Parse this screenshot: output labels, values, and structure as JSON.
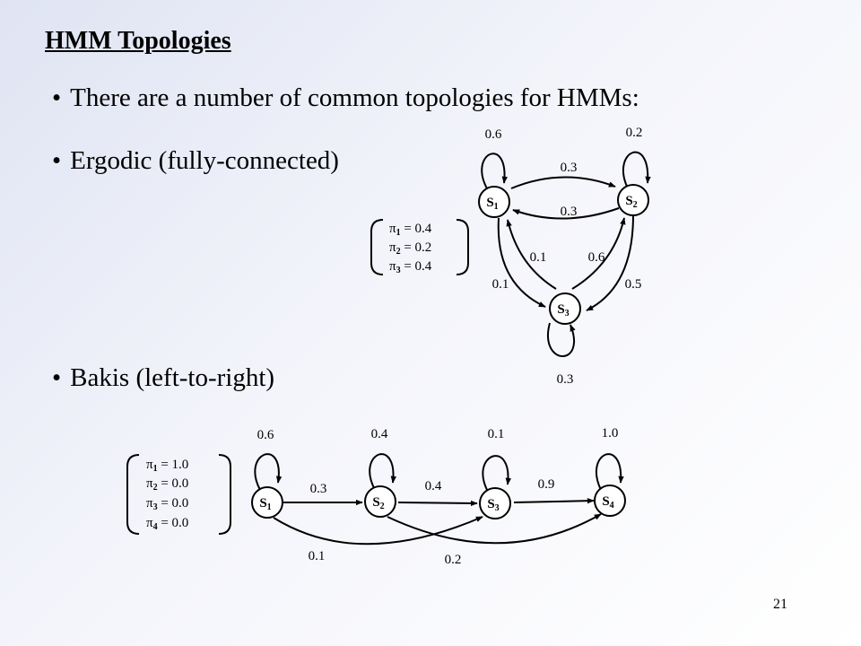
{
  "title": "HMM Topologies",
  "bullets": [
    "There are a number of common topologies for HMMs:",
    "Ergodic (fully-connected)",
    "Bakis (left-to-right)"
  ],
  "bullet_char": "•",
  "ergodic": {
    "states": [
      {
        "letter": "S",
        "sub": "1"
      },
      {
        "letter": "S",
        "sub": "2"
      },
      {
        "letter": "S",
        "sub": "3"
      }
    ],
    "self_loops": [
      "0.6",
      "0.2",
      "0.3"
    ],
    "edges": {
      "s1_s2": "0.3",
      "s2_s1": "0.3",
      "s1_s3": "0.1",
      "s3_s1": "0.1",
      "s2_s3": "0.5",
      "s3_s2": "0.6"
    },
    "initial": [
      {
        "sym": "π",
        "sub": "1",
        "text": " = 0.4"
      },
      {
        "sym": "π",
        "sub": "2",
        "text": " = 0.2"
      },
      {
        "sym": "π",
        "sub": "3",
        "text": " = 0.4"
      }
    ]
  },
  "bakis": {
    "states": [
      {
        "letter": "S",
        "sub": "1"
      },
      {
        "letter": "S",
        "sub": "2"
      },
      {
        "letter": "S",
        "sub": "3"
      },
      {
        "letter": "S",
        "sub": "4"
      }
    ],
    "self_loops": [
      "0.6",
      "0.4",
      "0.1",
      "1.0"
    ],
    "edges": {
      "s1_s2": "0.3",
      "s2_s3": "0.4",
      "s3_s4": "0.9",
      "s1_s3": "0.1",
      "s2_s4": "0.2"
    },
    "initial": [
      {
        "sym": "π",
        "sub": "1",
        "text": " = 1.0"
      },
      {
        "sym": "π",
        "sub": "2",
        "text": " = 0.0"
      },
      {
        "sym": "π",
        "sub": "3",
        "text": " = 0.0"
      },
      {
        "sym": "π",
        "sub": "4",
        "text": " = 0.0"
      }
    ]
  },
  "page_number": "21"
}
